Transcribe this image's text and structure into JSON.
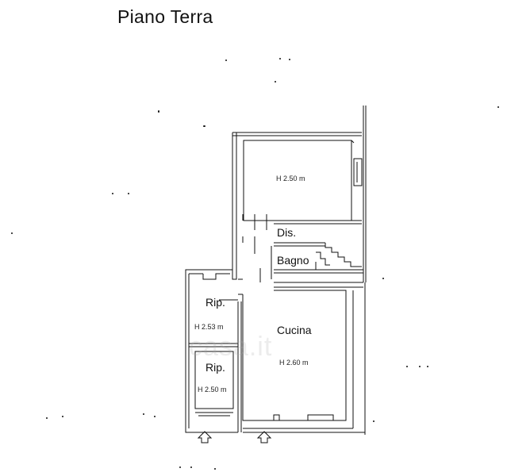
{
  "plan": {
    "title": "Piano Terra",
    "rooms": [
      {
        "key": "room_top",
        "label": "",
        "height": "H 2.50 m"
      },
      {
        "key": "dis",
        "label": "Dis.",
        "height": ""
      },
      {
        "key": "bagno",
        "label": "Bagno",
        "height": ""
      },
      {
        "key": "cucina",
        "label": "Cucina",
        "height": "H 2.60 m"
      },
      {
        "key": "rip_upper",
        "label": "Rip.",
        "height": "H 2.53 m"
      },
      {
        "key": "rip_lower",
        "label": "Rip.",
        "height": "H 2.50 m"
      }
    ],
    "watermark": "casa.it"
  },
  "colors": {
    "line": "#111111",
    "background": "#ffffff",
    "watermark": "#aaaaaa"
  },
  "icons": [
    "entrance-arrow-icon",
    "entrance-arrow-icon"
  ]
}
